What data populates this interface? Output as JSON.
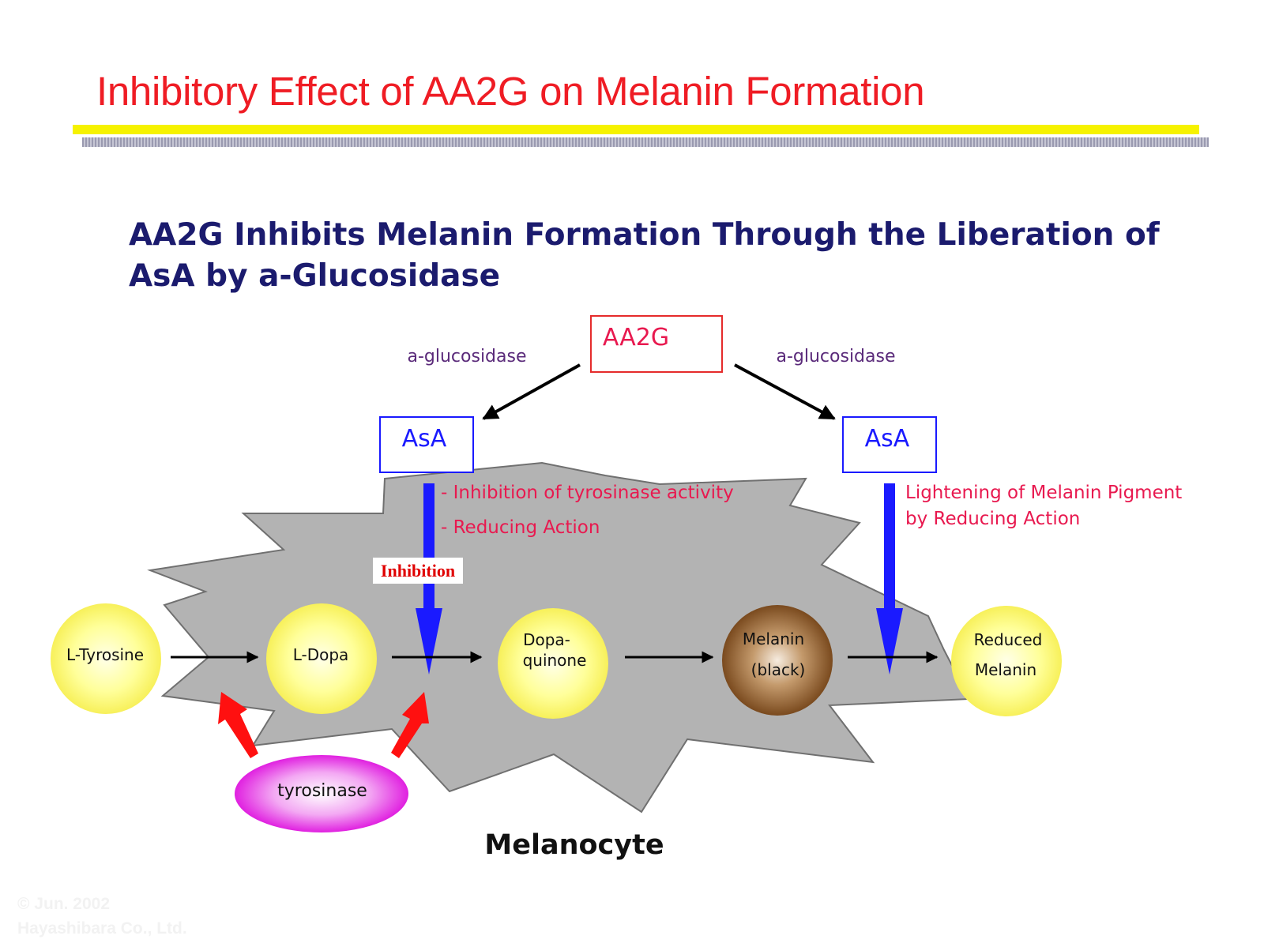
{
  "title": "Inhibitory Effect of AA2G on Melanin Formation",
  "subtitle": "AA2G Inhibits Melanin Formation Through the Liberation of AsA by a-Glucosidase",
  "diagram": {
    "source": "AA2G",
    "enzyme_left": "a-glucosidase",
    "enzyme_right": "a-glucosidase",
    "asa_left": "AsA",
    "asa_right": "AsA",
    "left_effects": [
      "- Inhibition of tyrosinase activity",
      "- Reducing Action"
    ],
    "right_effect": [
      "Lightening of Melanin Pigment",
      "by  Reducing Action"
    ],
    "inhibition_label": "Inhibition",
    "cell_label": "Melanocyte",
    "tyrosinase": "tyrosinase",
    "nodes": [
      {
        "lines": [
          "L-Tyrosine"
        ]
      },
      {
        "lines": [
          "L-Dopa"
        ]
      },
      {
        "lines": [
          "Dopa-",
          "quinone"
        ]
      },
      {
        "lines": [
          "Melanin",
          "(black)"
        ]
      },
      {
        "lines": [
          "Reduced",
          "Melanin"
        ]
      }
    ]
  },
  "footer": [
    "© Jun. 2002",
    "Hayashibara Co., Ltd."
  ],
  "colors": {
    "title_red": "#ef1c24",
    "highlight_yellow": "#f6f200",
    "subtitle_navy": "#1b1b6e",
    "asa_blue": "#1a1aff",
    "effect_pink": "#e8194f",
    "enzyme_purple": "#5a2a7a",
    "cell_gray": "#b3b3b3",
    "node_yellow": "#ffff80",
    "melanin_brown": "#8b5a2b",
    "tyrosinase_magenta": "#e830e8"
  }
}
